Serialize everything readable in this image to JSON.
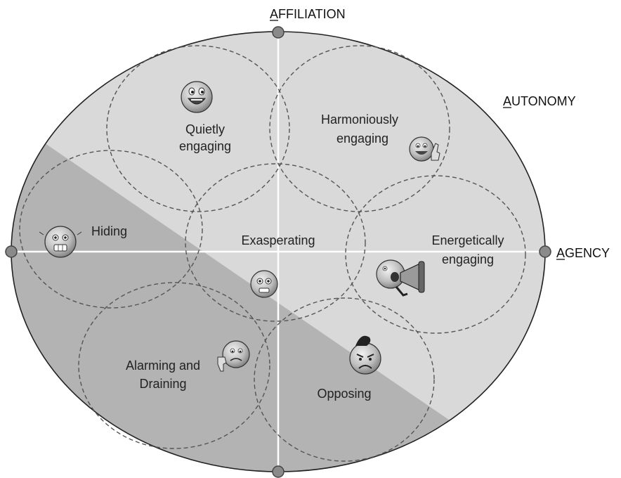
{
  "axes": {
    "affiliation": "AFFILIATION",
    "agency": "AGENCY",
    "autonomy": "AUTONOMY"
  },
  "zones": {
    "quietly_1": "Quietly",
    "quietly_2": "engaging",
    "harmoniously_1": "Harmoniously",
    "harmoniously_2": "engaging",
    "hiding": "Hiding",
    "exasperating": "Exasperating",
    "energetically_1": "Energetically",
    "energetically_2": "engaging",
    "alarming_1": "Alarming and",
    "alarming_2": "Draining",
    "opposing": "Opposing"
  },
  "colors": {
    "light_region": "#d9d9d9",
    "dark_region": "#b3b3b3",
    "outline": "#222222",
    "face": "#c8c8c8"
  },
  "icons": {
    "quietly": "smiling-face-icon",
    "harmoniously": "thumbs-up-face-icon",
    "hiding": "scared-face-icon",
    "exasperating": "worried-face-icon",
    "energetically": "megaphone-face-icon",
    "alarming": "thumbs-down-face-icon",
    "opposing": "angry-face-icon"
  }
}
